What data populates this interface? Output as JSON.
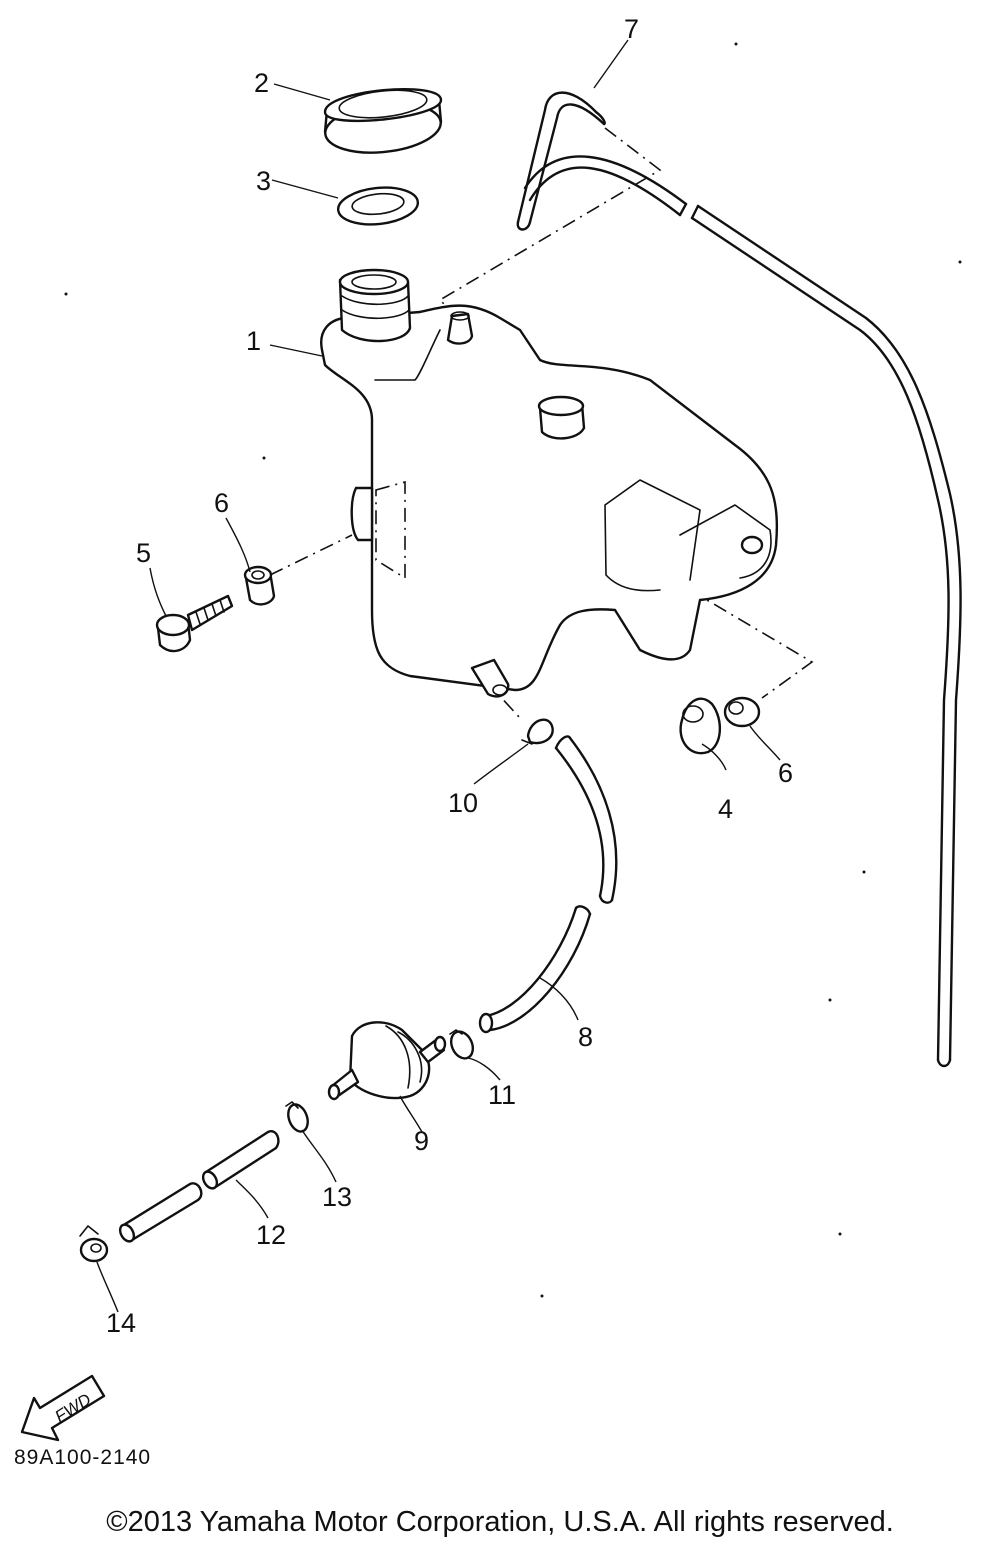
{
  "diagram": {
    "callouts": [
      "1",
      "2",
      "3",
      "4",
      "5",
      "6",
      "6",
      "7",
      "8",
      "9",
      "10",
      "11",
      "12",
      "13",
      "14"
    ],
    "fwd_label": "FWD",
    "drawing_code": "89A100-2140",
    "copyright": "©2013 Yamaha Motor Corporation, U.S.A. All rights reserved."
  }
}
